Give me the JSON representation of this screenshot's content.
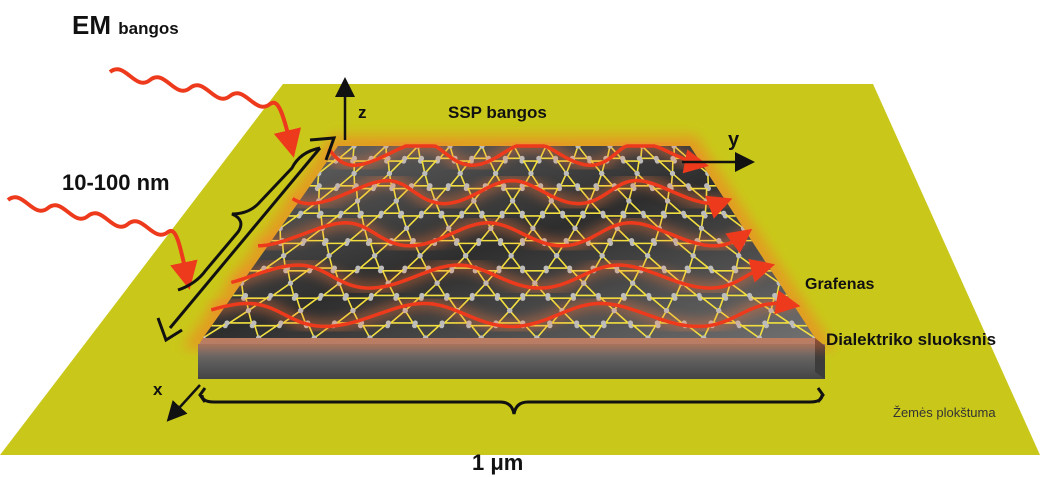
{
  "labels": {
    "em_main": "EM",
    "em_small": "bangos",
    "ssp": "SSP bangos",
    "axis_z": "z",
    "axis_y": "y",
    "axis_x": "x",
    "thickness": "10-100 nm",
    "graphene": "Grafenas",
    "dielectric": "Dialektriko sluoksnis",
    "ground_plane": "Žemės plokštuma",
    "width": "1 μm"
  },
  "colors": {
    "ground_plane": "#c9c81a",
    "dielectric_top": "#585858",
    "dielectric_front": "#5e5e5e",
    "graphene_bonds": "#f2e040",
    "graphene_atoms": "#bdbdbd",
    "waves": "#ee3a1c",
    "glow": "#ff7a3a",
    "text": "#111111"
  }
}
